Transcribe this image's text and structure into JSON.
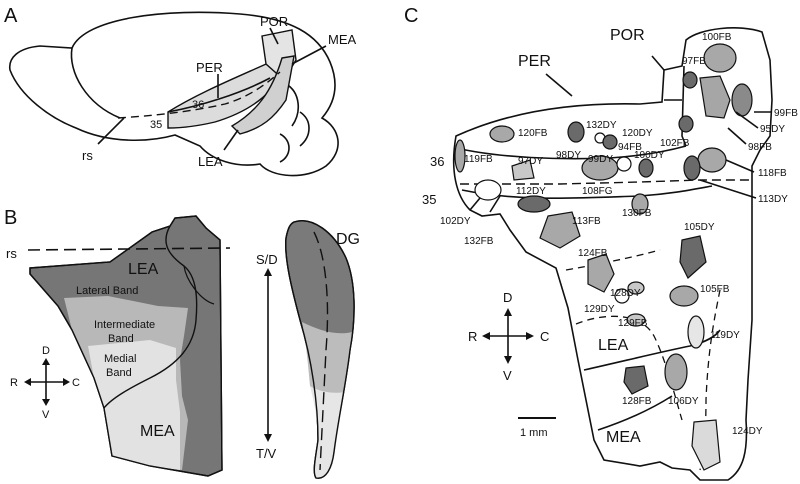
{
  "panels": {
    "a": {
      "letter": "A",
      "labels": {
        "por": "POR",
        "mea": "MEA",
        "per": "PER",
        "n36": "36",
        "n35": "35",
        "rs": "rs",
        "lea": "LEA"
      }
    },
    "b": {
      "letter": "B",
      "labels": {
        "rs": "rs",
        "lea": "LEA",
        "lateral_band": "Lateral Band",
        "intermediate_1": "Intermediate",
        "intermediate_2": "Band",
        "medial_1": "Medial",
        "medial_2": "Band",
        "mea": "MEA",
        "dg": "DG",
        "sd": "S/D",
        "tv": "T/V"
      },
      "compass": {
        "d": "D",
        "v": "V",
        "r": "R",
        "c": "C"
      }
    },
    "c": {
      "letter": "C",
      "labels": {
        "por": "POR",
        "per": "PER",
        "n36": "36",
        "n35": "35",
        "lea": "LEA",
        "mea": "MEA"
      },
      "compass": {
        "d": "D",
        "v": "V",
        "r": "R",
        "c": "C"
      },
      "scalebar": "1 mm",
      "injections": [
        "100FB",
        "97FB",
        "99FB",
        "95DY",
        "98FB",
        "132DY",
        "120FB",
        "120DY",
        "102FB",
        "119FB",
        "98DY",
        "94FB",
        "97DY",
        "99DY",
        "100DY",
        "118FB",
        "112DY",
        "108FG",
        "113DY",
        "102DY",
        "132FB",
        "113FB",
        "130FB",
        "105DY",
        "124FB",
        "128DY",
        "105FB",
        "129DY",
        "129FB",
        "119DY",
        "128FB",
        "106DY",
        "124DY"
      ]
    }
  },
  "colors": {
    "dark": "#6f6f6f",
    "mid": "#9c9c9c",
    "light": "#c9c9c9",
    "pale": "#e6e6e6",
    "line": "#111111"
  }
}
